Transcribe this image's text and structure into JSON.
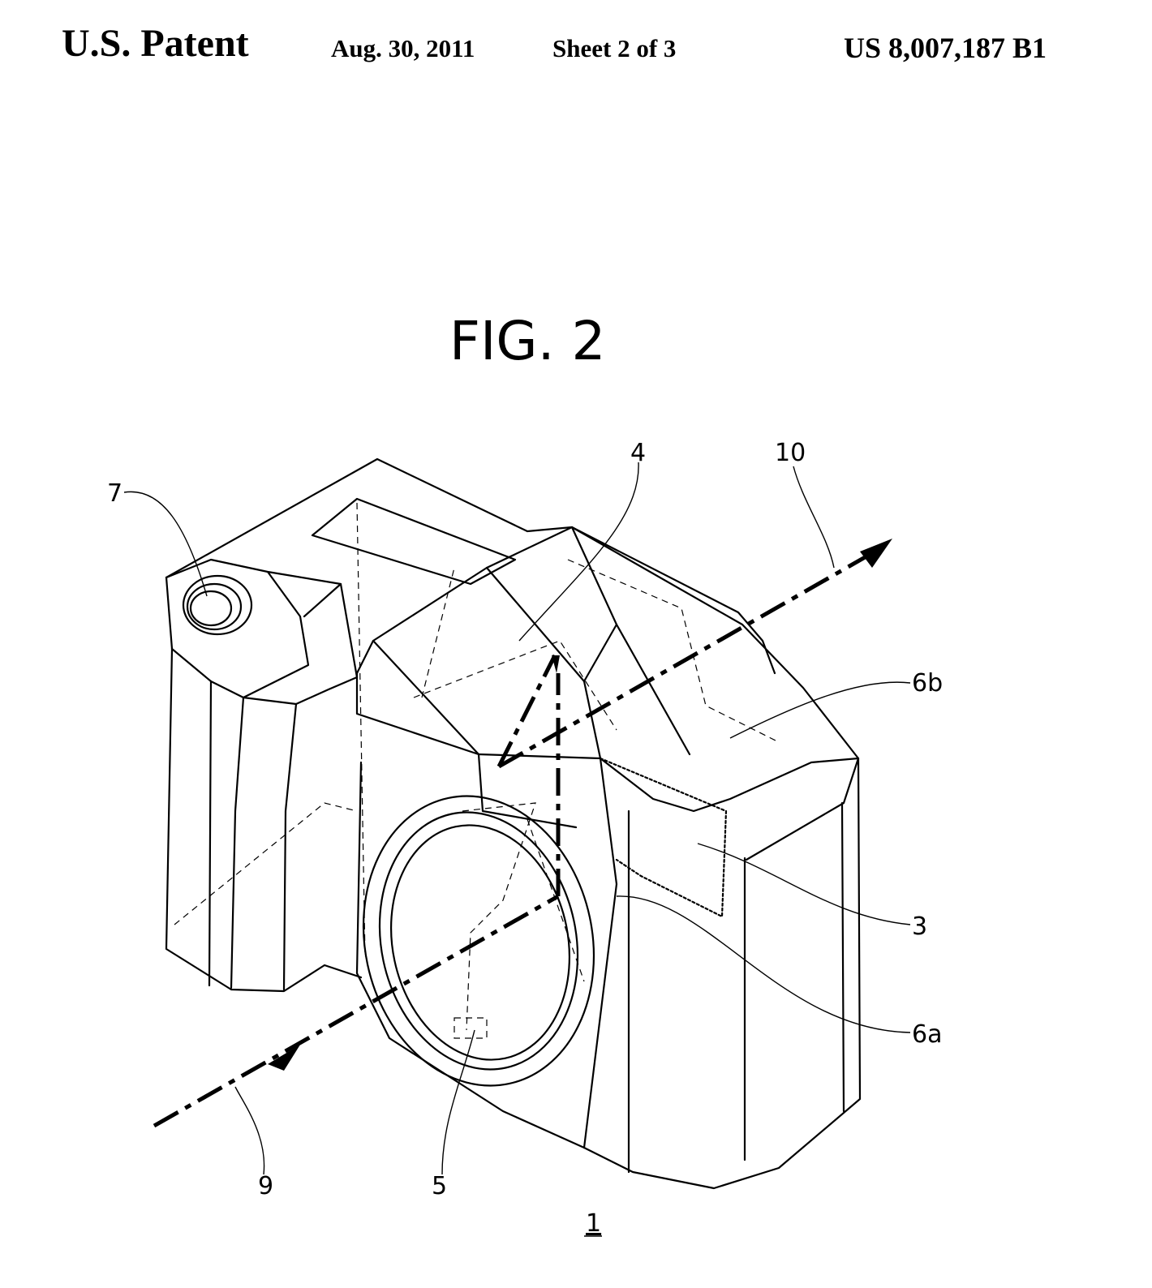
{
  "header": {
    "left": "U.S. Patent",
    "date": "Aug. 30, 2011",
    "sheet": "Sheet 2 of 3",
    "patent_number": "US 8,007,187 B1"
  },
  "figure": {
    "title": "FIG. 2",
    "reference_numerals": {
      "camera": "1",
      "sensor": "3",
      "viewfinder": "4",
      "sub_sensor": "5",
      "lower_mirror": "6a",
      "upper_mirror": "6b",
      "button": "7",
      "incoming_light": "9",
      "outgoing_light": "10"
    }
  }
}
